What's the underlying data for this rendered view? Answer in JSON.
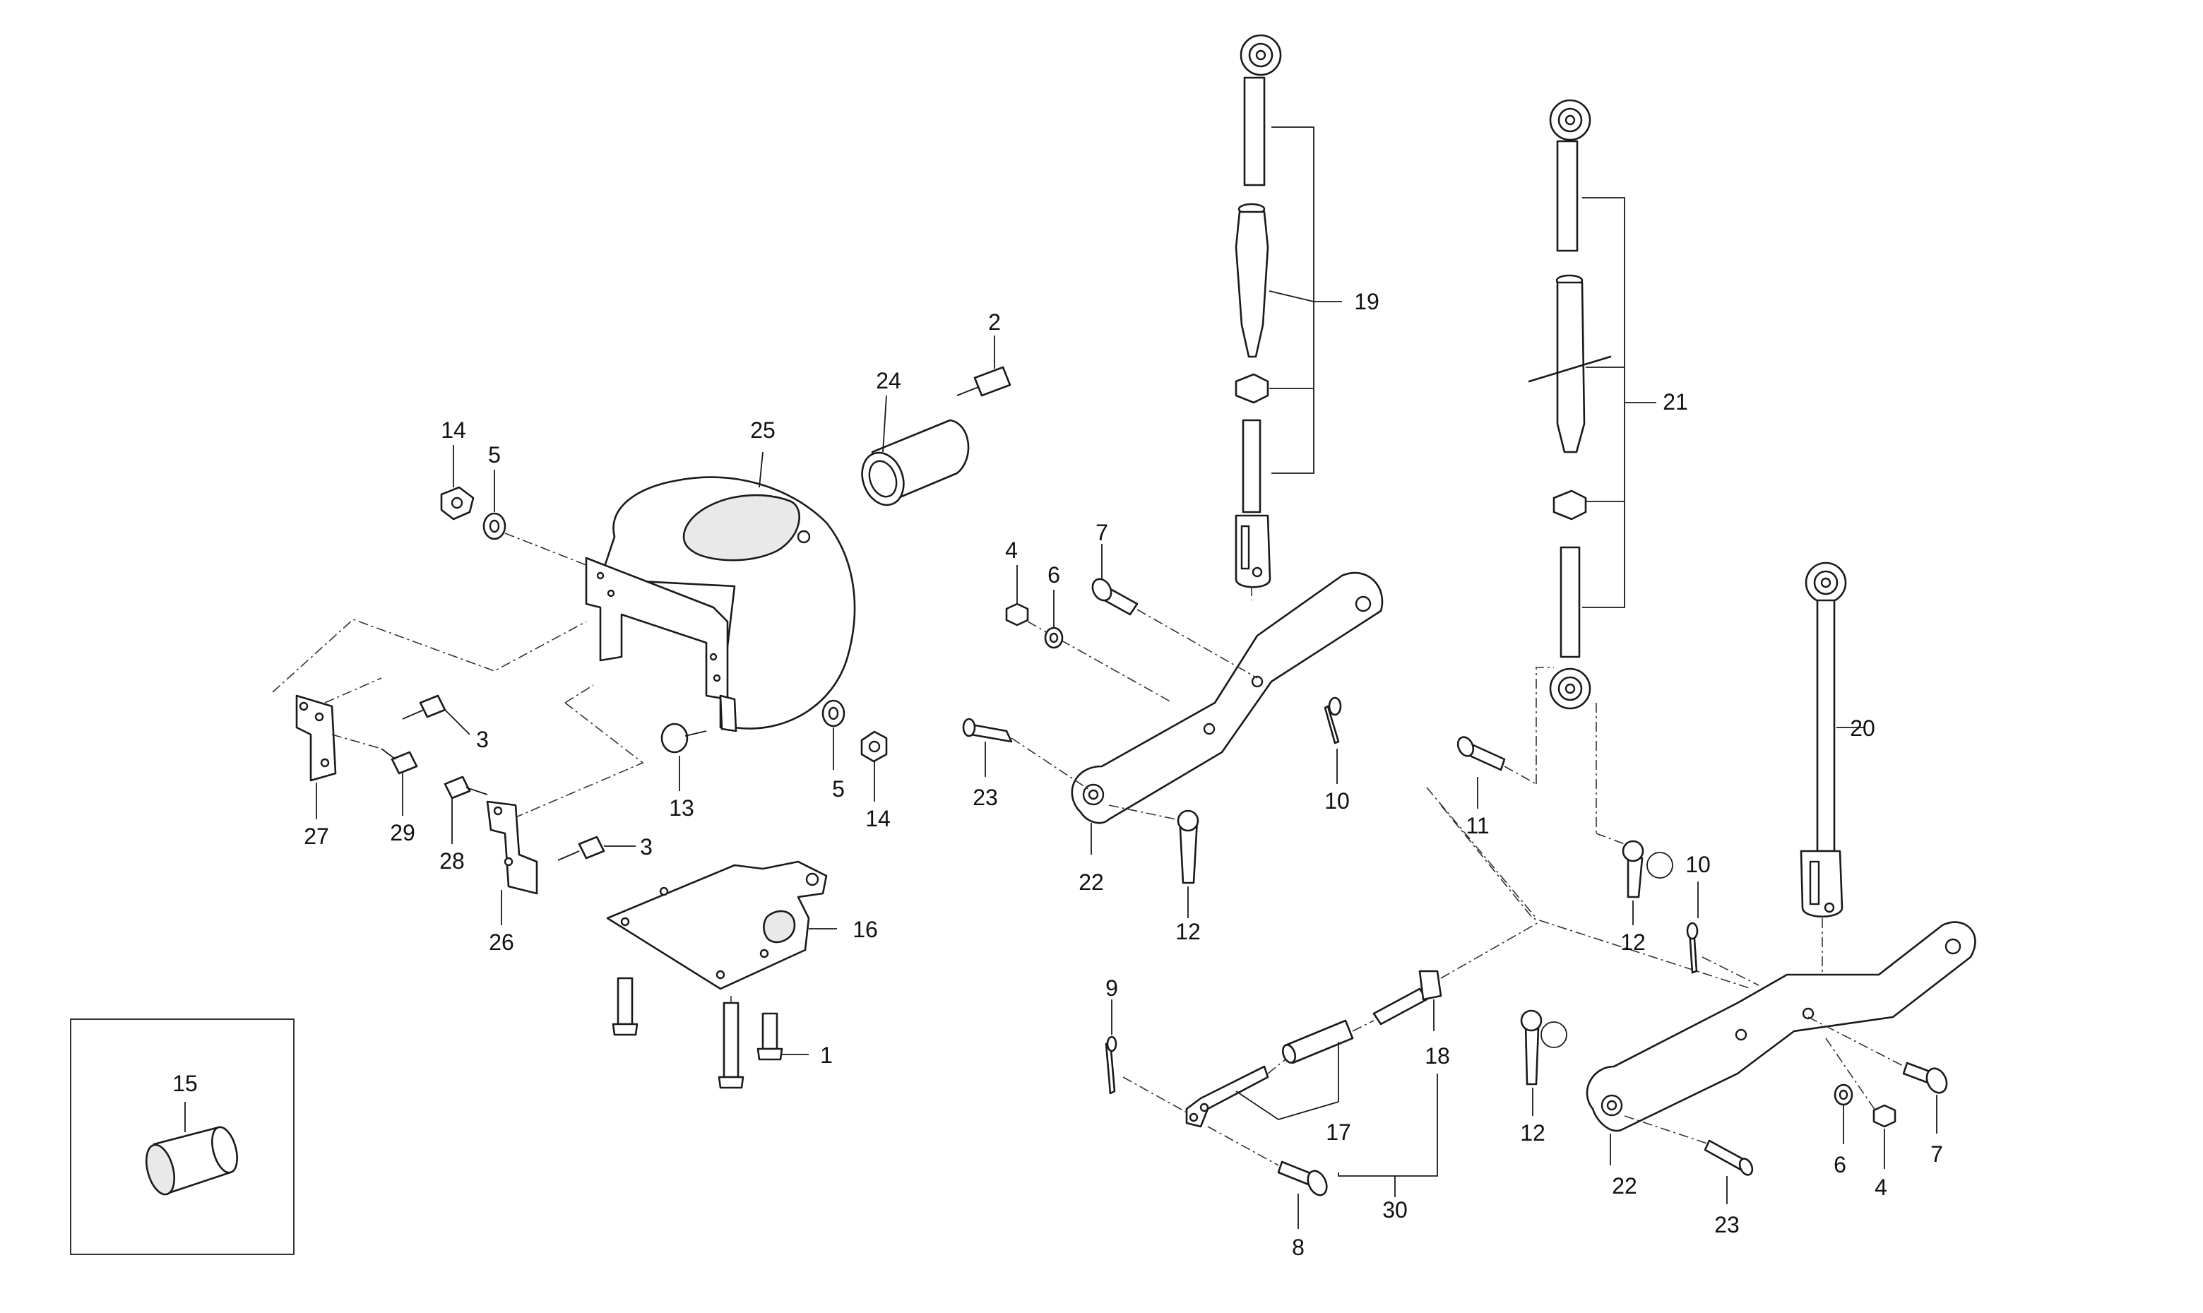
{
  "callouts": {
    "c1": "1",
    "c2": "2",
    "c3a": "3",
    "c3b": "3",
    "c4a": "4",
    "c4b": "4",
    "c5a": "5",
    "c5b": "5",
    "c6a": "6",
    "c6b": "6",
    "c7a": "7",
    "c7b": "7",
    "c8": "8",
    "c9": "9",
    "c10a": "10",
    "c10b": "10",
    "c11": "11",
    "c12a": "12",
    "c12b": "12",
    "c12c": "12",
    "c13": "13",
    "c14a": "14",
    "c14b": "14",
    "c15": "15",
    "c16": "16",
    "c17": "17",
    "c18": "18",
    "c19": "19",
    "c20": "20",
    "c21": "21",
    "c22a": "22",
    "c22b": "22",
    "c23a": "23",
    "c23b": "23",
    "c24": "24",
    "c25": "25",
    "c26": "26",
    "c27": "27",
    "c28": "28",
    "c29": "29",
    "c30": "30"
  }
}
